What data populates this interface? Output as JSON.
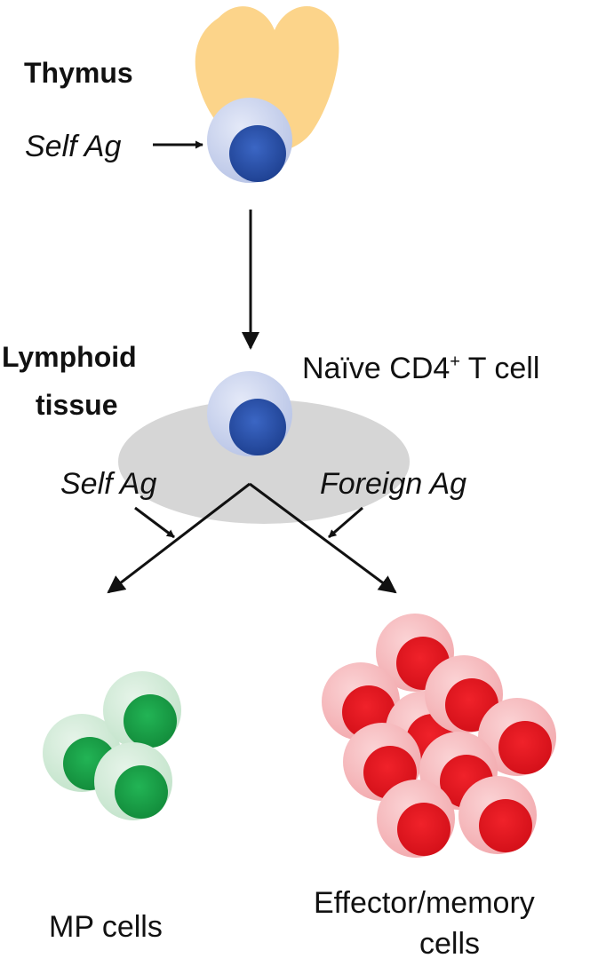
{
  "diagram": {
    "thymus_label": "Thymus",
    "thymus_input_label": "Self Ag",
    "lymphoid_label_line1": "Lymphoid",
    "lymphoid_label_line2": "tissue",
    "naive_cell_label_main": "Naïve CD4",
    "naive_cell_label_sup": "+",
    "naive_cell_label_end": " T cell",
    "left_branch_label": "Self Ag",
    "right_branch_label": "Foreign Ag",
    "left_outcome_label": "MP cells",
    "right_outcome_label_line1": "Effector/memory",
    "right_outcome_label_line2": "cells"
  },
  "colors": {
    "thymus": "#fcd48a",
    "tissue": "#d6d6d6",
    "naive_halo": "#c9d3ee",
    "naive_nucleus": "#2a4fa3",
    "mp_halo": "#cde9d3",
    "mp_nucleus": "#1a9a45",
    "effector_halo": "#f6b9bc",
    "effector_nucleus": "#e3131c",
    "arrow": "#111111"
  }
}
